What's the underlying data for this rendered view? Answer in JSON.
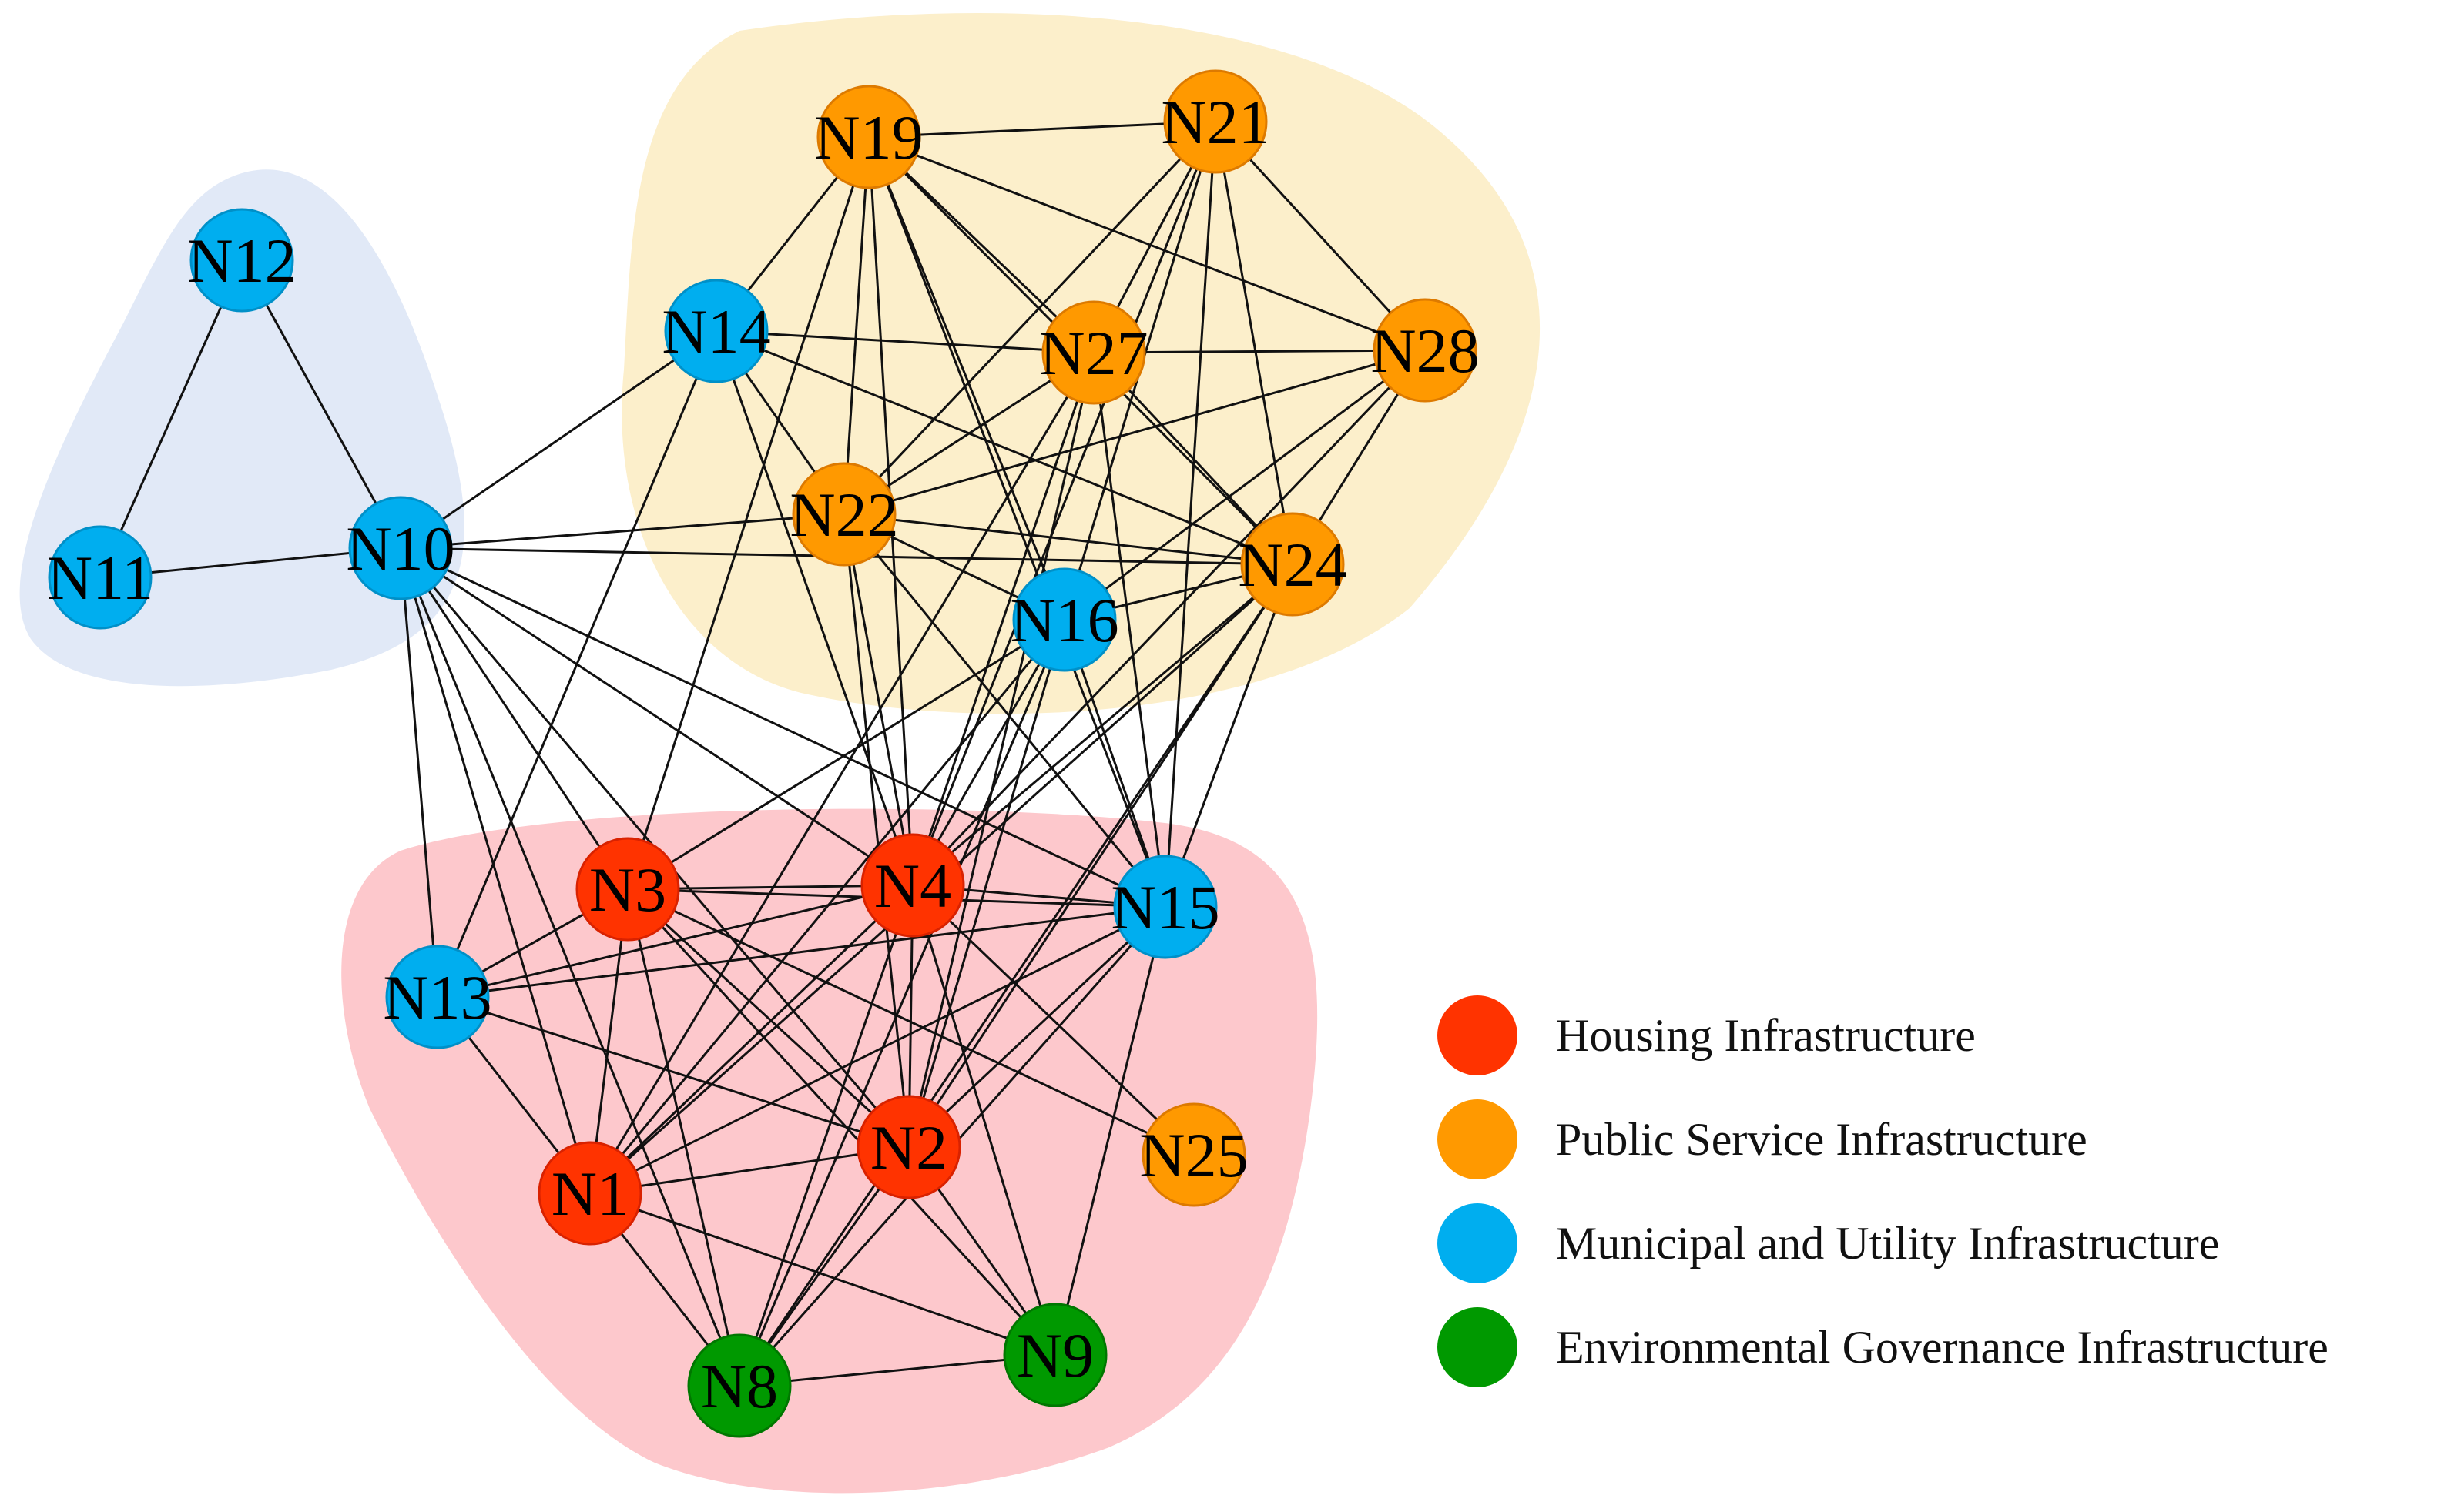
{
  "categories": [
    {
      "id": "housing",
      "label": "Housing Infrastructure",
      "color": "#ff3300",
      "stroke": "#d92200"
    },
    {
      "id": "public",
      "label": "Public Service Infrastructure",
      "color": "#ff9900",
      "stroke": "#dd7a00"
    },
    {
      "id": "municipal",
      "label": "Municipal and Utility Infrastructure",
      "color": "#00aeef",
      "stroke": "#0090c8"
    },
    {
      "id": "environmental",
      "label": "Environmental Governance Infrastructure",
      "color": "#009900",
      "stroke": "#007700"
    }
  ],
  "nodes": [
    {
      "id": "N1",
      "label": "N1",
      "category": "housing"
    },
    {
      "id": "N2",
      "label": "N2",
      "category": "housing"
    },
    {
      "id": "N3",
      "label": "N3",
      "category": "housing"
    },
    {
      "id": "N4",
      "label": "N4",
      "category": "housing"
    },
    {
      "id": "N8",
      "label": "N8",
      "category": "environmental"
    },
    {
      "id": "N9",
      "label": "N9",
      "category": "environmental"
    },
    {
      "id": "N10",
      "label": "N10",
      "category": "municipal"
    },
    {
      "id": "N11",
      "label": "N11",
      "category": "municipal"
    },
    {
      "id": "N12",
      "label": "N12",
      "category": "municipal"
    },
    {
      "id": "N13",
      "label": "N13",
      "category": "municipal"
    },
    {
      "id": "N14",
      "label": "N14",
      "category": "municipal"
    },
    {
      "id": "N15",
      "label": "N15",
      "category": "municipal"
    },
    {
      "id": "N16",
      "label": "N16",
      "category": "municipal"
    },
    {
      "id": "N19",
      "label": "N19",
      "category": "public"
    },
    {
      "id": "N21",
      "label": "N21",
      "category": "public"
    },
    {
      "id": "N22",
      "label": "N22",
      "category": "public"
    },
    {
      "id": "N24",
      "label": "N24",
      "category": "public"
    },
    {
      "id": "N25",
      "label": "N25",
      "category": "public"
    },
    {
      "id": "N27",
      "label": "N27",
      "category": "public"
    },
    {
      "id": "N28",
      "label": "N28",
      "category": "public"
    }
  ],
  "edges": [
    [
      "N12",
      "N11"
    ],
    [
      "N12",
      "N10"
    ],
    [
      "N11",
      "N10"
    ],
    [
      "N10",
      "N14"
    ],
    [
      "N10",
      "N22"
    ],
    [
      "N10",
      "N24"
    ],
    [
      "N10",
      "N3"
    ],
    [
      "N10",
      "N4"
    ],
    [
      "N10",
      "N15"
    ],
    [
      "N10",
      "N2"
    ],
    [
      "N10",
      "N1"
    ],
    [
      "N10",
      "N8"
    ],
    [
      "N10",
      "N13"
    ],
    [
      "N19",
      "N21"
    ],
    [
      "N19",
      "N14"
    ],
    [
      "N19",
      "N27"
    ],
    [
      "N19",
      "N28"
    ],
    [
      "N19",
      "N22"
    ],
    [
      "N19",
      "N16"
    ],
    [
      "N19",
      "N24"
    ],
    [
      "N19",
      "N15"
    ],
    [
      "N19",
      "N4"
    ],
    [
      "N19",
      "N3"
    ],
    [
      "N21",
      "N27"
    ],
    [
      "N21",
      "N28"
    ],
    [
      "N21",
      "N22"
    ],
    [
      "N21",
      "N24"
    ],
    [
      "N21",
      "N15"
    ],
    [
      "N21",
      "N16"
    ],
    [
      "N21",
      "N4"
    ],
    [
      "N14",
      "N27"
    ],
    [
      "N14",
      "N22"
    ],
    [
      "N14",
      "N24"
    ],
    [
      "N14",
      "N4"
    ],
    [
      "N14",
      "N13"
    ],
    [
      "N27",
      "N28"
    ],
    [
      "N27",
      "N22"
    ],
    [
      "N27",
      "N24"
    ],
    [
      "N27",
      "N15"
    ],
    [
      "N27",
      "N4"
    ],
    [
      "N27",
      "N2"
    ],
    [
      "N27",
      "N1"
    ],
    [
      "N28",
      "N22"
    ],
    [
      "N28",
      "N24"
    ],
    [
      "N28",
      "N16"
    ],
    [
      "N28",
      "N4"
    ],
    [
      "N22",
      "N16"
    ],
    [
      "N22",
      "N24"
    ],
    [
      "N22",
      "N4"
    ],
    [
      "N22",
      "N15"
    ],
    [
      "N22",
      "N2"
    ],
    [
      "N24",
      "N16"
    ],
    [
      "N24",
      "N4"
    ],
    [
      "N24",
      "N15"
    ],
    [
      "N24",
      "N2"
    ],
    [
      "N24",
      "N1"
    ],
    [
      "N24",
      "N8"
    ],
    [
      "N16",
      "N15"
    ],
    [
      "N16",
      "N3"
    ],
    [
      "N16",
      "N4"
    ],
    [
      "N16",
      "N1"
    ],
    [
      "N16",
      "N2"
    ],
    [
      "N16",
      "N8"
    ],
    [
      "N3",
      "N4"
    ],
    [
      "N3",
      "N15"
    ],
    [
      "N3",
      "N2"
    ],
    [
      "N3",
      "N1"
    ],
    [
      "N3",
      "N8"
    ],
    [
      "N3",
      "N9"
    ],
    [
      "N3",
      "N25"
    ],
    [
      "N3",
      "N13"
    ],
    [
      "N4",
      "N15"
    ],
    [
      "N4",
      "N2"
    ],
    [
      "N4",
      "N1"
    ],
    [
      "N4",
      "N8"
    ],
    [
      "N4",
      "N9"
    ],
    [
      "N4",
      "N25"
    ],
    [
      "N4",
      "N13"
    ],
    [
      "N15",
      "N13"
    ],
    [
      "N15",
      "N2"
    ],
    [
      "N15",
      "N1"
    ],
    [
      "N15",
      "N8"
    ],
    [
      "N15",
      "N9"
    ],
    [
      "N13",
      "N2"
    ],
    [
      "N13",
      "N1"
    ],
    [
      "N2",
      "N1"
    ],
    [
      "N2",
      "N8"
    ],
    [
      "N2",
      "N9"
    ],
    [
      "N1",
      "N8"
    ],
    [
      "N1",
      "N9"
    ],
    [
      "N8",
      "N9"
    ]
  ]
}
